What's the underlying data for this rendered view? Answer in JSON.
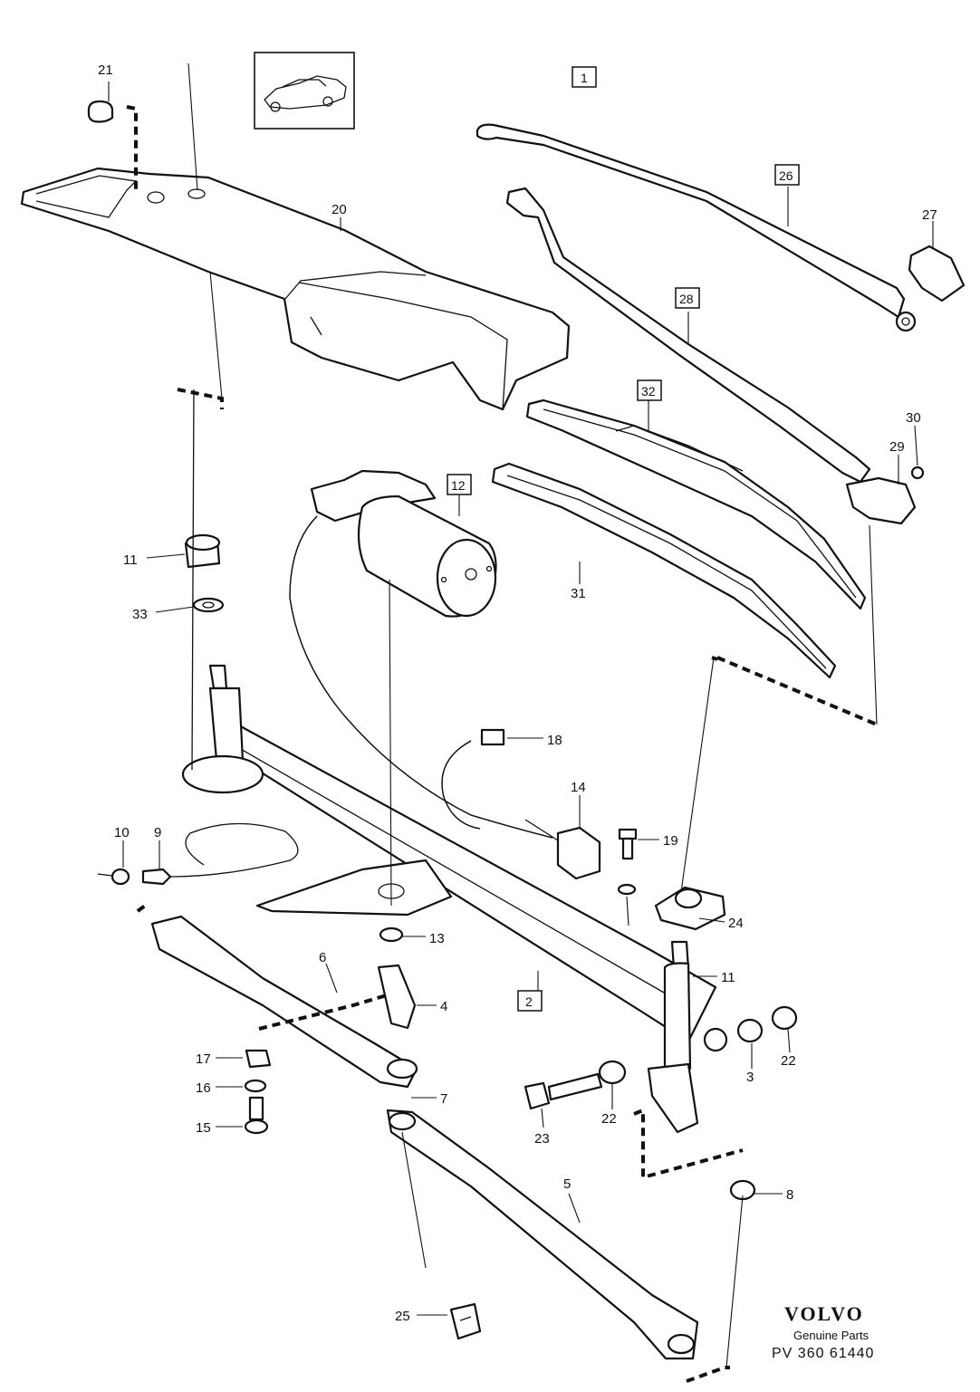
{
  "brand": {
    "name": "VOLVO",
    "subtitle": "Genuine Parts",
    "code": "PV 360 61440"
  },
  "callouts": [
    "21",
    "20",
    "1",
    "26",
    "27",
    "28",
    "32",
    "30",
    "29",
    "12",
    "11",
    "33",
    "31",
    "18",
    "14",
    "19",
    "10",
    "9",
    "24",
    "13",
    "6",
    "4",
    "2",
    "11",
    "17",
    "3",
    "22",
    "16",
    "7",
    "22",
    "15",
    "23",
    "5",
    "8",
    "25"
  ],
  "boxed_callouts": [
    "1",
    "26",
    "28",
    "32",
    "12",
    "2"
  ]
}
